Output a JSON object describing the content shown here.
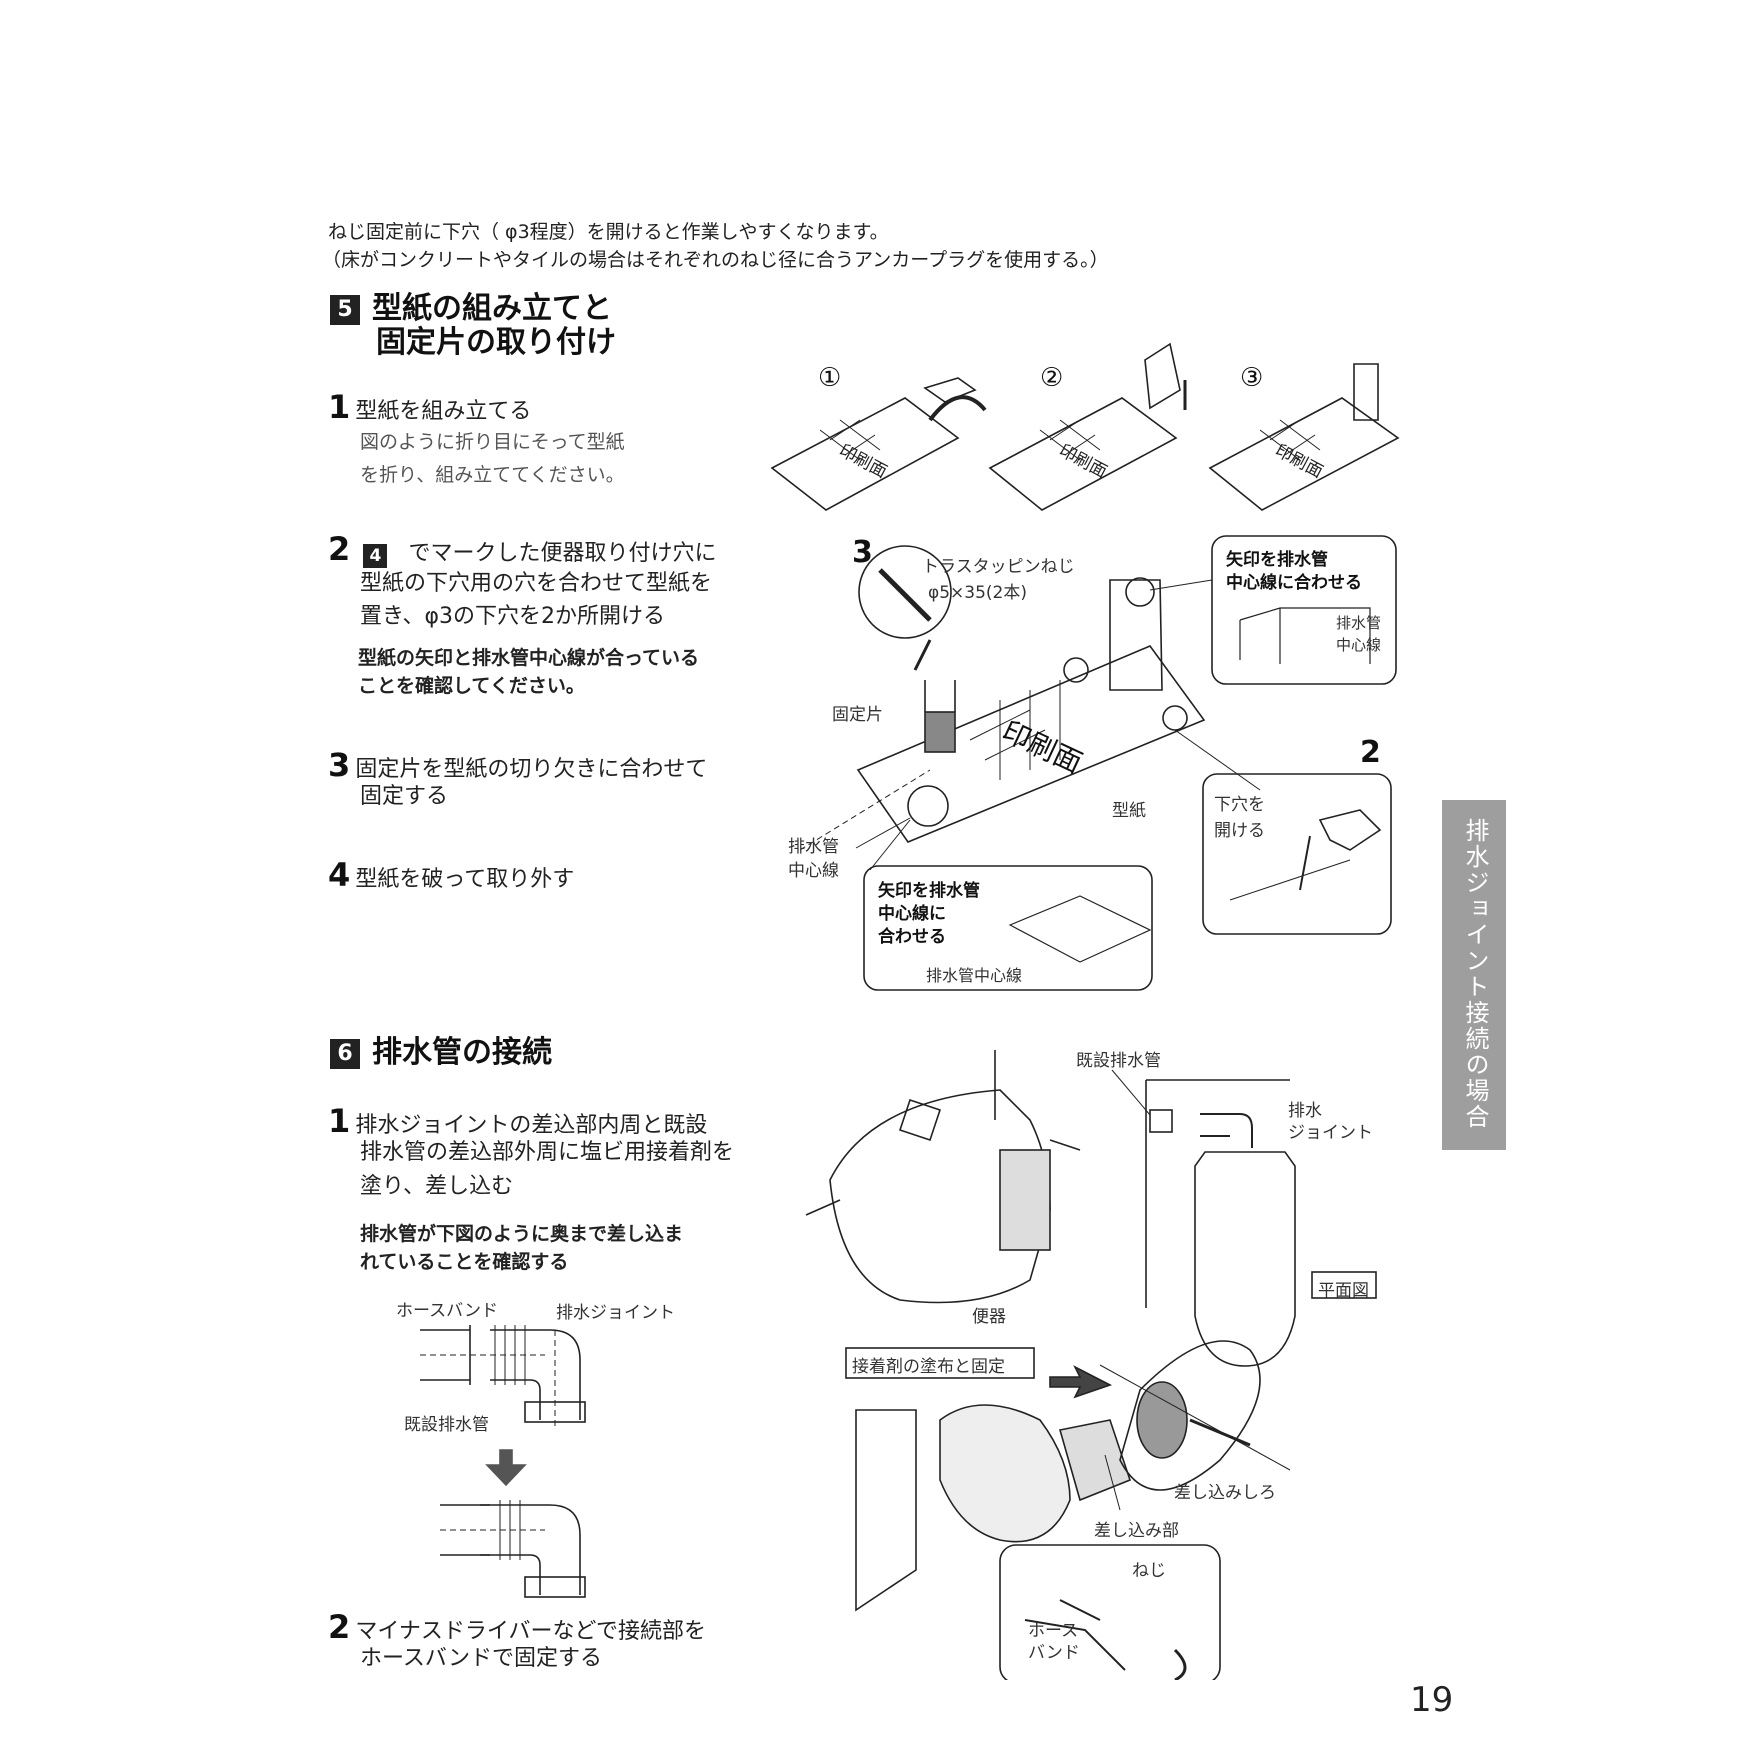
{
  "intro": {
    "line1": "ねじ固定前に下穴（ φ3程度）を開けると作業しやすくなります。",
    "line2": "（床がコンクリートやタイルの場合はそれぞれのねじ径に合うアンカープラグを使用する。）"
  },
  "section5": {
    "num": "5",
    "title_line1": "型紙の組み立てと",
    "title_line2": "固定片の取り付け",
    "steps": [
      {
        "num": "1",
        "text": "型紙を組み立てる",
        "sub1": "図のように折り目にそって型紙",
        "sub2": "を折り、組み立ててください。"
      },
      {
        "num": "2",
        "ref": "4",
        "text1": "でマークした便器取り付け穴に",
        "text2": "型紙の下穴用の穴を合わせて型紙を",
        "text3": "置き、φ3の下穴を2か所開ける",
        "note1": "型紙の矢印と排水管中心線が合っている",
        "note2": "ことを確認してください。"
      },
      {
        "num": "3",
        "text1": "固定片を型紙の切り欠きに合わせて",
        "text2": "固定する"
      },
      {
        "num": "4",
        "text": "型紙を破って取り外す"
      }
    ],
    "figure": {
      "circle1": "①",
      "circle2": "②",
      "circle3": "③",
      "print_face": "印刷面",
      "step3_num": "3",
      "screw_label1": "トラスタッピンねじ",
      "screw_label2": "φ5×35(2本)",
      "fixing_piece": "固定片",
      "pattern_paper": "型紙",
      "drain_center1": "排水管",
      "drain_center2": "中心線",
      "callout_top1": "矢印を排水管",
      "callout_top2": "中心線に合わせる",
      "callout_top_lbl1": "排水管",
      "callout_top_lbl2": "中心線",
      "step2_num": "2",
      "drill1": "下穴を",
      "drill2": "開ける",
      "callout_bot1": "矢印を排水管",
      "callout_bot2": "中心線に",
      "callout_bot3": "合わせる",
      "callout_bot_lbl": "排水管中心線"
    }
  },
  "section6": {
    "num": "6",
    "title": "排水管の接続",
    "steps": [
      {
        "num": "1",
        "text1": "排水ジョイントの差込部内周と既設",
        "text2": "排水管の差込部外周に塩ビ用接着剤を",
        "text3": "塗り、差し込む",
        "note1": "排水管が下図のように奥まで差し込ま",
        "note2": "れていることを確認する"
      },
      {
        "num": "2",
        "text1": "マイナスドライバーなどで接続部を",
        "text2": "ホースバンドで固定する"
      }
    ],
    "figure": {
      "hose_band": "ホースバンド",
      "drain_joint": "排水ジョイント",
      "existing_pipe": "既設排水管",
      "existing_pipe_top": "既設排水管",
      "joint1": "排水",
      "joint2": "ジョイント",
      "toilet": "便器",
      "plan_view": "平面図",
      "adhesive_box": "接着剤の塗布と固定",
      "insert_margin": "差し込みしろ",
      "insert_part": "差し込み部",
      "screw": "ねじ",
      "hose1": "ホース",
      "hose2": "バンド"
    }
  },
  "sidetab": "排水ジョイント接続の場合",
  "page_number": "19"
}
